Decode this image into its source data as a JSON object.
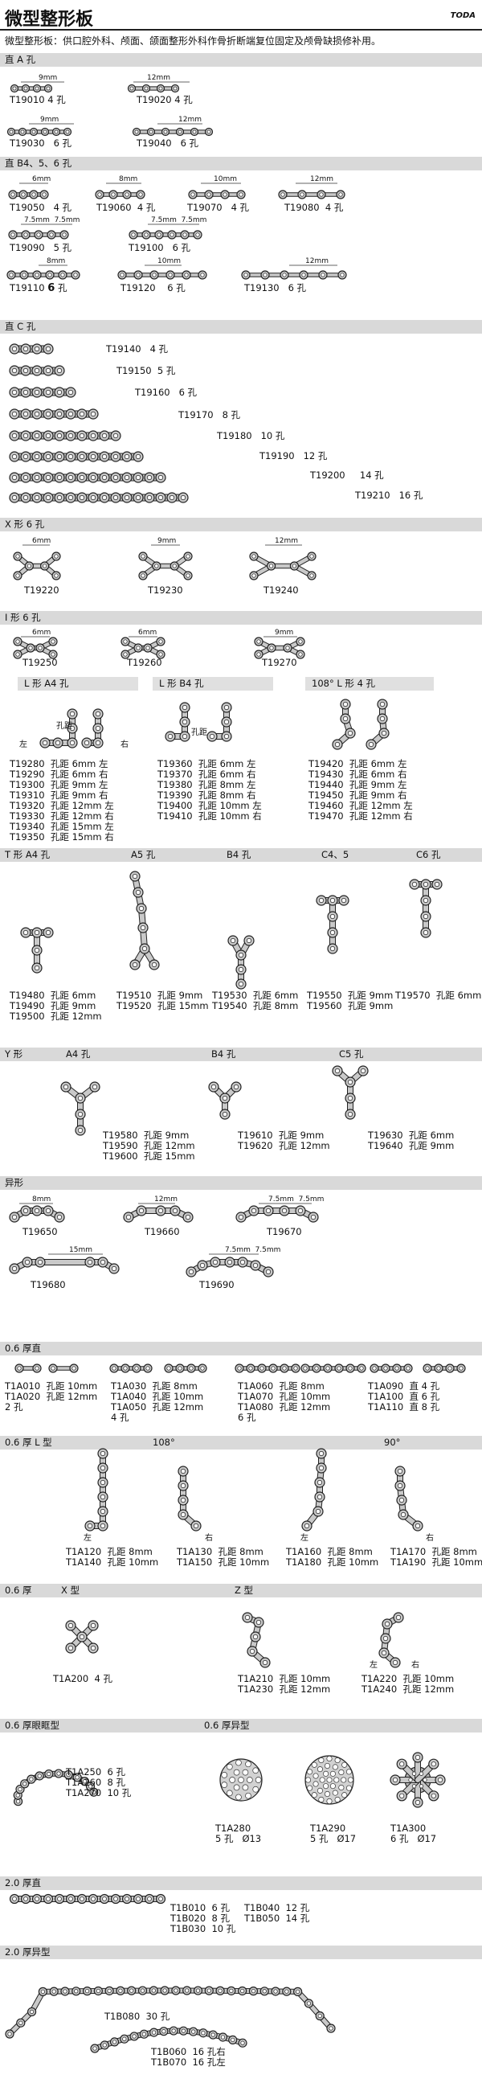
{
  "header": {
    "title": "微型整形板",
    "brand": "TODA",
    "intro": "微型整形板：供口腔外科、颅面、颌面整形外科作骨折断端复位固定及颅骨缺损修补用。"
  },
  "sections": [
    {
      "id": "s1",
      "title": "直 A 孔"
    },
    {
      "id": "s2",
      "title": "直 B4、5、6 孔"
    },
    {
      "id": "s3",
      "title": "直 C 孔"
    },
    {
      "id": "s4",
      "title": "X 形 6 孔"
    },
    {
      "id": "s5",
      "title": "I 形 6 孔"
    },
    {
      "id": "s6",
      "title": "T 形   A4 孔"
    },
    {
      "id": "s7",
      "title": "Y 形"
    },
    {
      "id": "s8",
      "title": "异形"
    },
    {
      "id": "s9",
      "title": "0.6 厚直"
    },
    {
      "id": "s10",
      "title": "0.6 厚 L 型"
    },
    {
      "id": "s11",
      "title": "0.6 厚"
    },
    {
      "id": "s12",
      "title": "0.6 厚眼眶型"
    },
    {
      "id": "s13",
      "title": "2.0 厚直"
    },
    {
      "id": "s14",
      "title": "2.0 厚异型"
    }
  ],
  "subheads": {
    "lA4": "L 形 A4 孔",
    "lB4": "L 形 B4 孔",
    "l108": "108° L 形 4 孔",
    "tA5": "A5 孔",
    "tB4": "B4 孔",
    "tC45": "C4、5",
    "tC6": "C6 孔",
    "yA4": "A4 孔",
    "yB4": "B4 孔",
    "yC5": "C5 孔",
    "l06_108": "108°",
    "l06_90": "90°",
    "x06": "X 型",
    "z06": "Z 型",
    "odd06": "0.6 厚异型"
  },
  "labels": {
    "a1": "T19010 4 孔",
    "a2": "T19020 4 孔",
    "a3": "T19030   6 孔",
    "a4": "T19040   6 孔",
    "b1": "T19050   4 孔",
    "b2": "T19060  4 孔",
    "b3": "T19070   4 孔",
    "b4": "T19080  4 孔",
    "b5": "T19090   5 孔",
    "b6": "T19100   6 孔",
    "b7": "T19110 ",
    "b7b": "6",
    "b7c": " 孔",
    "b8": "T19120    6 孔",
    "b9": "T19130   6 孔",
    "c1": "T19140   4 孔",
    "c2": "T19150  5 孔",
    "c3": "T19160   6 孔",
    "c4": "T19170   8 孔",
    "c5": "T19180   10 孔",
    "c6": "T19190   12 孔",
    "c7": "T19200     14 孔",
    "c8": "T19210   16 孔",
    "x1": "T19220",
    "x2": "T19230",
    "x3": "T19240",
    "i1": "T19250",
    "i2": "T19260",
    "i3": "T19270",
    "la": "T19280  孔距 6mm 左\nT19290  孔距 6mm 右\nT19300  孔距 9mm 左\nT19310  孔距 9mm 右\nT19320  孔距 12mm 左\nT19330  孔距 12mm 右\nT19340  孔距 15mm 左\nT19350  孔距 15mm 右",
    "lb": "T19360  孔距 6mm 左\nT19370  孔距 6mm 右\nT19380  孔距 8mm 左\nT19390  孔距 8mm 右\nT19400  孔距 10mm 左\nT19410  孔距 10mm 右",
    "lc": "T19420  孔距 6mm 左\nT19430  孔距 6mm 右\nT19440  孔距 9mm 左\nT19450  孔距 9mm 右\nT19460  孔距 12mm 左\nT19470  孔距 12mm 右",
    "t1": "T19480  孔距 6mm\nT19490  孔距 9mm\nT19500  孔距 12mm",
    "t2": "T19510  孔距 9mm\nT19520  孔距 15mm",
    "t3": "T19530  孔距 6mm\nT19540  孔距 8mm",
    "t4": "T19550  孔距 9mm\nT19560  孔距 9mm",
    "t5": "T19570  孔距 6mm",
    "y1": "T19580  孔距 9mm\nT19590  孔距 12mm\nT19600  孔距 15mm",
    "y2": "T19610  孔距 9mm\nT19620  孔距 12mm",
    "y3": "T19630  孔距 6mm\nT19640  孔距 9mm",
    "o1": "T19650",
    "o2": "T19660",
    "o3": "T19670",
    "o4": "T19680",
    "o5": "T19690",
    "d1": "T1A010  孔距 10mm\nT1A020  孔距 12mm\n2 孔",
    "d2": "T1A030  孔距 8mm\nT1A040  孔距 10mm\nT1A050  孔距 12mm\n4 孔",
    "d3": "T1A060  孔距 8mm\nT1A070  孔距 10mm\nT1A080  孔距 12mm\n6 孔",
    "d4": "T1A090  直 4 孔\nT1A100  直 6 孔\nT1A110  直 8 孔",
    "e1": "T1A120  孔距 8mm\nT1A140  孔距 10mm",
    "e2": "T1A130  孔距 8mm\nT1A150  孔距 10mm",
    "e3": "T1A160  孔距 8mm\nT1A180  孔距 10mm",
    "e4": "T1A170  孔距 8mm\nT1A190  孔距 10mm",
    "f1": "T1A200  4 孔",
    "f2": "T1A210  孔距 10mm\nT1A230  孔距 12mm",
    "f3": "T1A220  孔距 10mm\nT1A240  孔距 12mm",
    "g1": "T1A250  6 孔\nT1A260  8 孔\nT1A270  10 孔",
    "g2": "T1A280\n5 孔   Ø13",
    "g3": "T1A290\n5 孔   Ø17",
    "g4": "T1A300\n6 孔   Ø17",
    "h1": "T1B010  6 孔\nT1B020  8 孔\nT1B030  10 孔",
    "h2": "T1B040  12 孔\nT1B050  14 孔",
    "k1": "T1B080  30 孔",
    "k2": "T1B060  16 孔右\nT1B070  16 孔左"
  },
  "dims": {
    "9mm": "9mm",
    "12mm": "12mm",
    "8mm": "8mm",
    "10mm": "10mm",
    "6mm": "6mm",
    "15mm": "15mm",
    "75": "7.5mm  7.5mm"
  },
  "side": {
    "left": "左",
    "right": "右",
    "pitch": "孔距"
  }
}
